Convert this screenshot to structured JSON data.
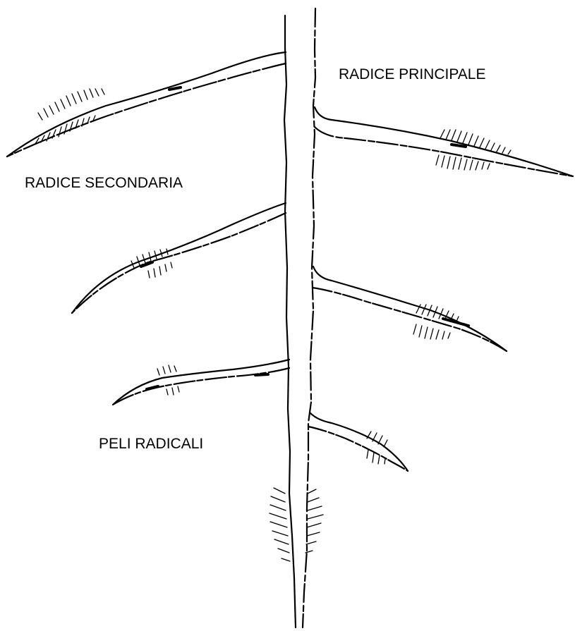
{
  "labels": {
    "main_root": "RADICE PRINCIPALE",
    "secondary_root": "RADICE SECONDARIA",
    "root_hairs": "PELI RADICALI"
  },
  "colors": {
    "background": "#ffffff",
    "ink": "#000000"
  }
}
